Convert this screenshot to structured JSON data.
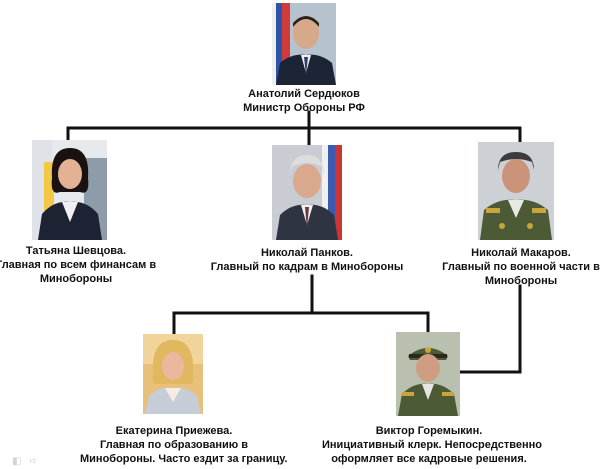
{
  "diagram": {
    "nodes": {
      "serdyukov": {
        "name": "Анатолий Сердюков",
        "role": "Министр Обороны РФ"
      },
      "shevtsova": {
        "name": "Татьяна Шевцова.",
        "role_line1": "Главная по всем финансам в",
        "role_line2": "Минобороны"
      },
      "pankov": {
        "name": "Николай Панков.",
        "role": "Главный по кадрам в Минобороны"
      },
      "makarov": {
        "name": "Николай Макаров.",
        "role_line1": "Главный по военной части в",
        "role_line2": "Минобороны"
      },
      "priezheva": {
        "name": "Екатерина Приежева.",
        "role_line1": "Главная по образованию в",
        "role_line2": "Минобороны. Часто ездит за границу."
      },
      "goremykin": {
        "name": "Виктор Горемыкин.",
        "role_line1": "Инициативный клерк. Непосредственно",
        "role_line2": "оформляет все кадровые решения."
      }
    },
    "nav_icons": [
      "prev-slide-icon",
      "next-slide-icon"
    ],
    "colors": {
      "line": "#111111",
      "suit_dark": "#1c2536",
      "military_green": "#4d5a36"
    }
  }
}
